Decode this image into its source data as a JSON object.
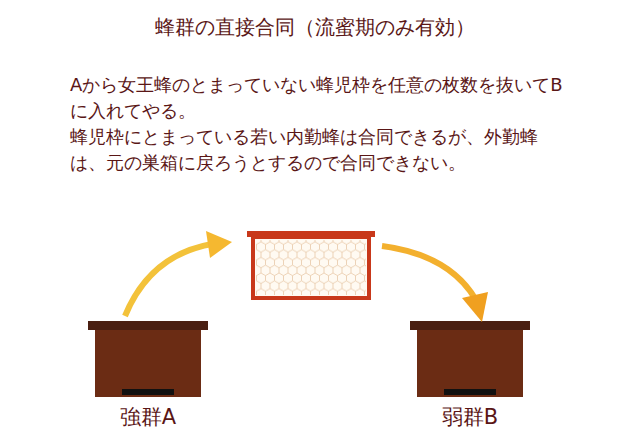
{
  "diagram": {
    "title": "蜂群の直接合同（流蜜期のみ有効）",
    "nodes": [
      {
        "text": [
          "強群A"
        ]
      },
      {
        "text": [
          "弱群B"
        ]
      }
    ],
    "labels": [
      "Aから女王蜂のとまっていない蜂児枠を任意の枚数を抜いてBに入れてやる。",
      "蜂児枠にとまっている若い内勤蜂は合同できるが、外勤蜂は、元の巣箱に戻ろうとするので合同できない。"
    ]
  }
}
